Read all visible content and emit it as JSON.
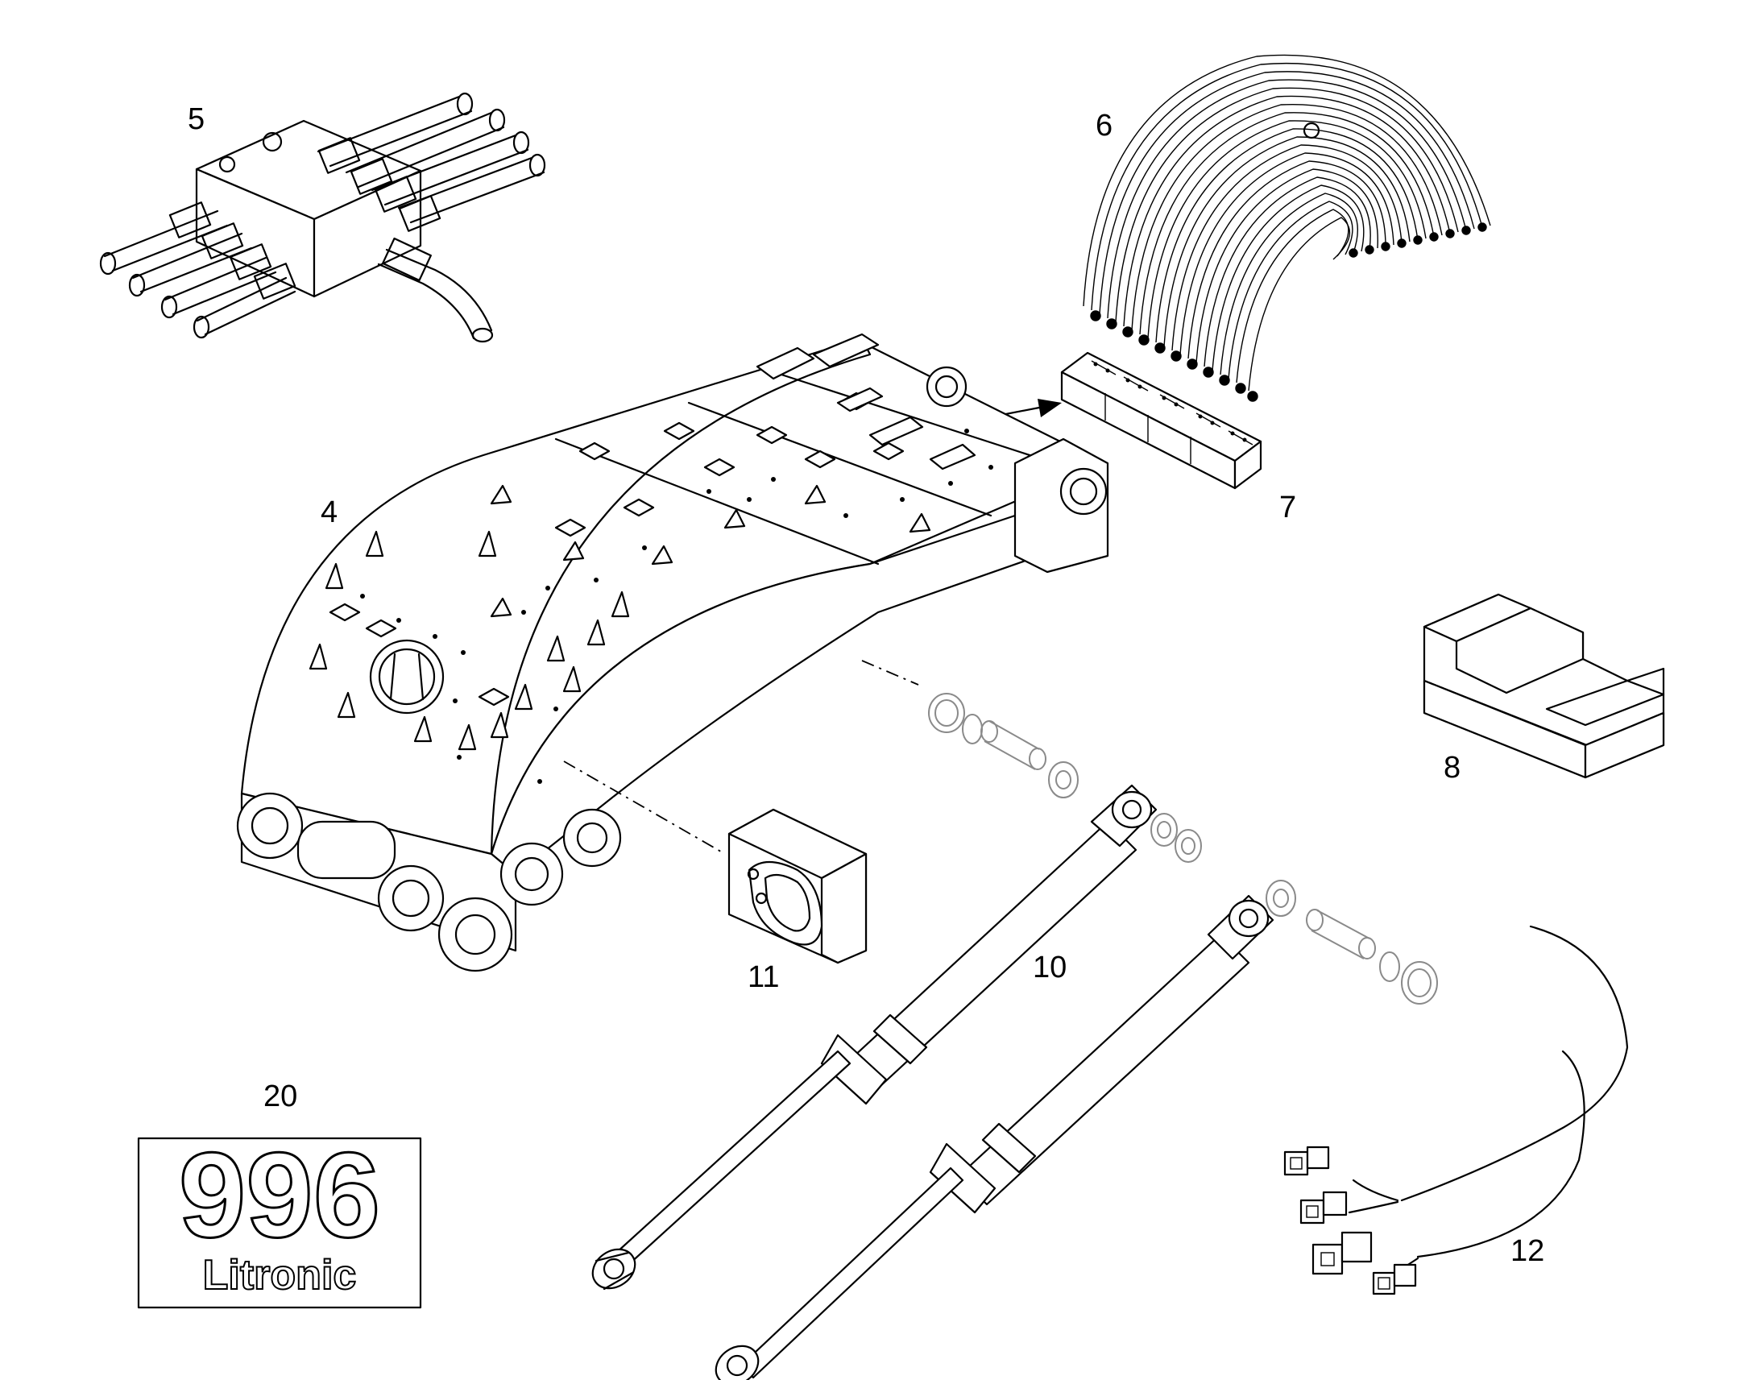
{
  "callouts": {
    "c4": "4",
    "c5": "5",
    "c6": "6",
    "c7": "7",
    "c8": "8",
    "c10": "10",
    "c11": "11",
    "c12": "12",
    "c20": "20"
  },
  "logo": {
    "model": "996",
    "brand": "Litronic"
  }
}
